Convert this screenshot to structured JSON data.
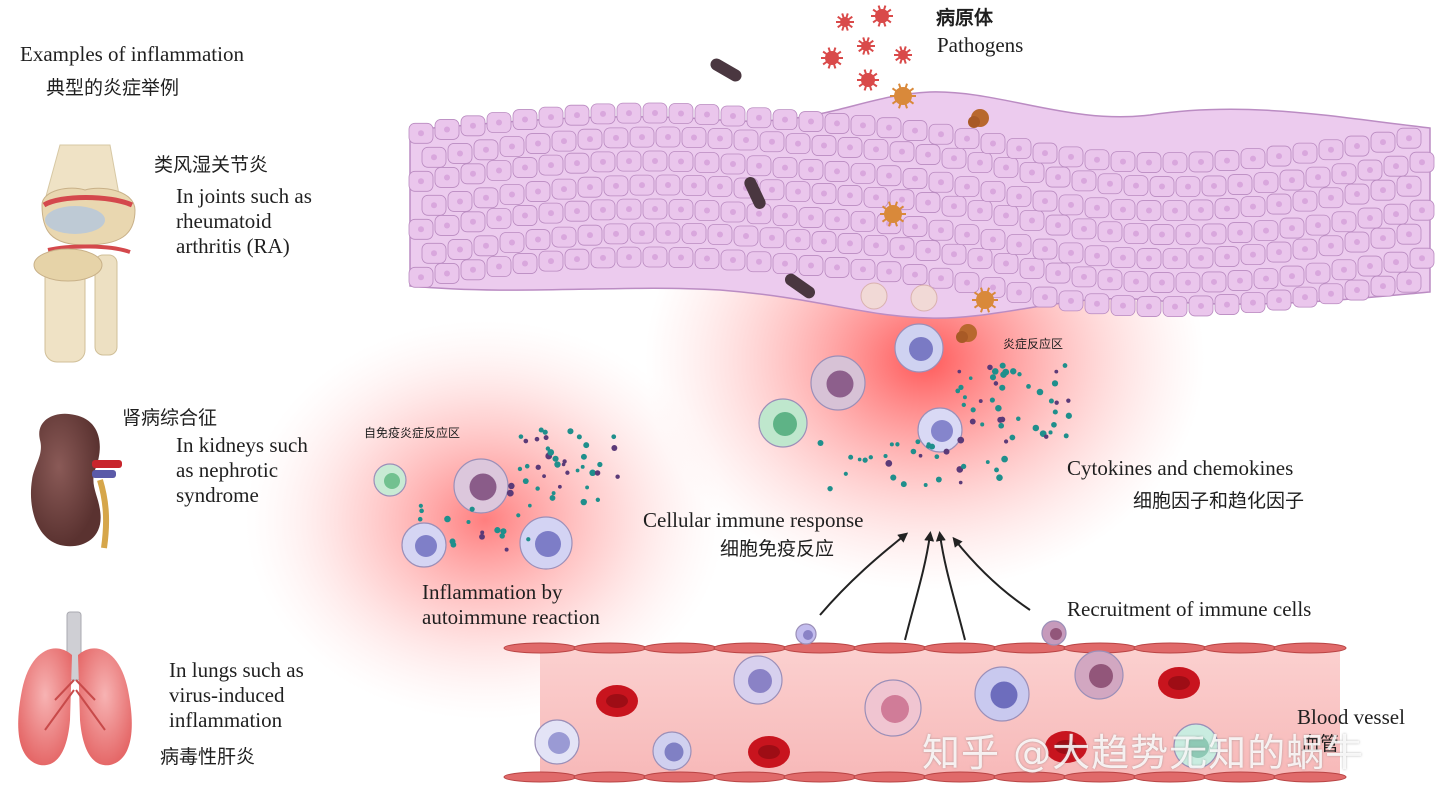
{
  "header": {
    "title_en": "Examples of inflammation",
    "title_zh": "典型的炎症举例"
  },
  "examples": {
    "joints": {
      "zh": "类风湿关节炎",
      "en_lines": [
        "In joints such as",
        "rheumatoid",
        "arthritis (RA)"
      ]
    },
    "kidneys": {
      "zh": "肾病综合征",
      "en_lines": [
        "In kidneys such",
        "as nephrotic",
        "syndrome"
      ]
    },
    "lungs": {
      "en_lines": [
        "In lungs such as",
        "virus-induced",
        "inflammation"
      ],
      "zh": "病毒性肝炎"
    }
  },
  "pathogens": {
    "zh": "病原体",
    "en": "Pathogens"
  },
  "zones": {
    "inflammatory_zone_zh": "炎症反应区",
    "autoimmune_zone_zh": "自免疫炎症反应区"
  },
  "labels": {
    "cytokines_en": "Cytokines and chemokines",
    "cytokines_zh": "细胞因子和趋化因子",
    "cellular_en": "Cellular immune response",
    "cellular_zh": "细胞免疫反应",
    "autoimmune_lines": [
      "Inflammation by",
      "autoimmune reaction"
    ],
    "recruitment_en": "Recruitment of immune cells",
    "vessel_en": "Blood vessel",
    "vessel_zh": "血管"
  },
  "watermark": "知乎 @大趋势无知的蜗牛",
  "colors": {
    "tissue_cell": "#eac6ec",
    "tissue_border": "#b98ac0",
    "inflammation_glow": "#ff4a4a",
    "rbc": "#c8141e",
    "vessel_wall": "#e06a6a",
    "cytokine_teal": "#1f8f8c",
    "cytokine_purple": "#5b3a78"
  }
}
